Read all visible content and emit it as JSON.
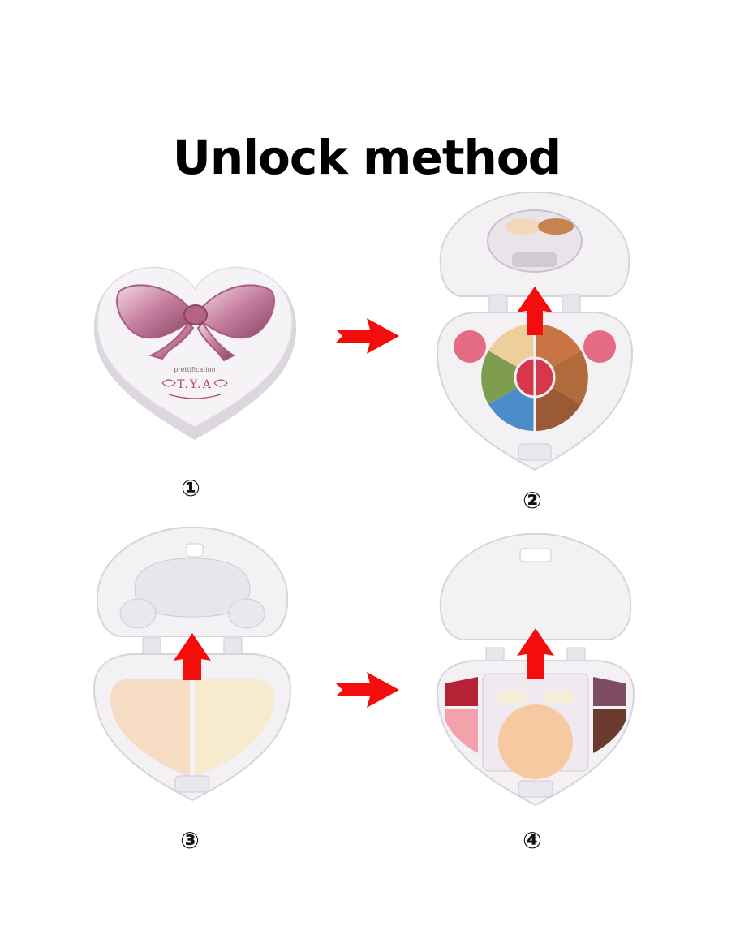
{
  "title": "Unlock method",
  "colors": {
    "arrow": "#f40d0d",
    "case": "#f4f1f5",
    "case_edge": "#d9d4dc",
    "bow": "#c98aa8",
    "brand_text": "#b04a5c"
  },
  "steps": [
    {
      "label": "①"
    },
    {
      "label": "②"
    },
    {
      "label": "③"
    },
    {
      "label": "④"
    }
  ],
  "brand": {
    "tagline": "prettification",
    "name": "T.Y.A"
  },
  "icons": [
    "right-arrow-icon",
    "up-arrow-icon"
  ]
}
